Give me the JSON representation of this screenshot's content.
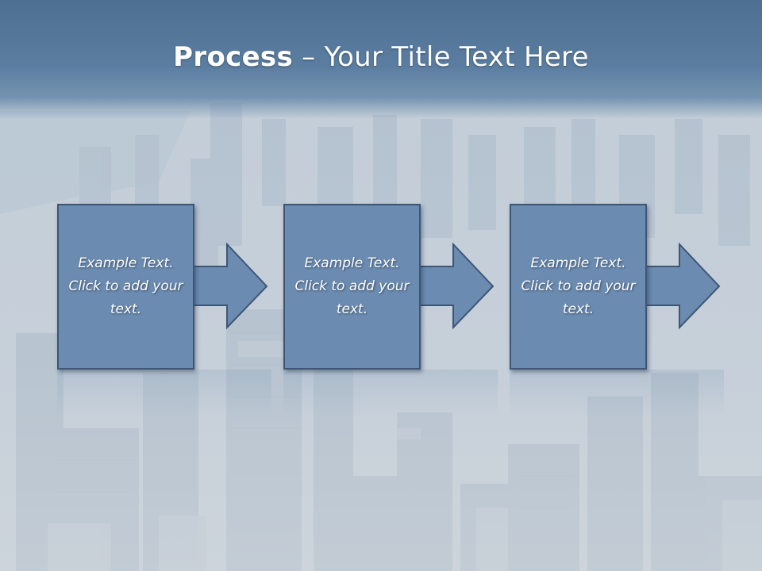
{
  "slide": {
    "title_bold": "Process",
    "title_rest": " – Your Title Text Here"
  },
  "steps": [
    {
      "text": "Example Text. Click  to add your text."
    },
    {
      "text": "Example Text. Click  to add your text."
    },
    {
      "text": "Example Text. Click  to add your text."
    }
  ],
  "colors": {
    "title_band": "#5a7da0",
    "box_fill": "#6b8bb0",
    "box_border": "#3e5676",
    "text": "#ffffff"
  },
  "background": "aerial city skyline photo, faded"
}
